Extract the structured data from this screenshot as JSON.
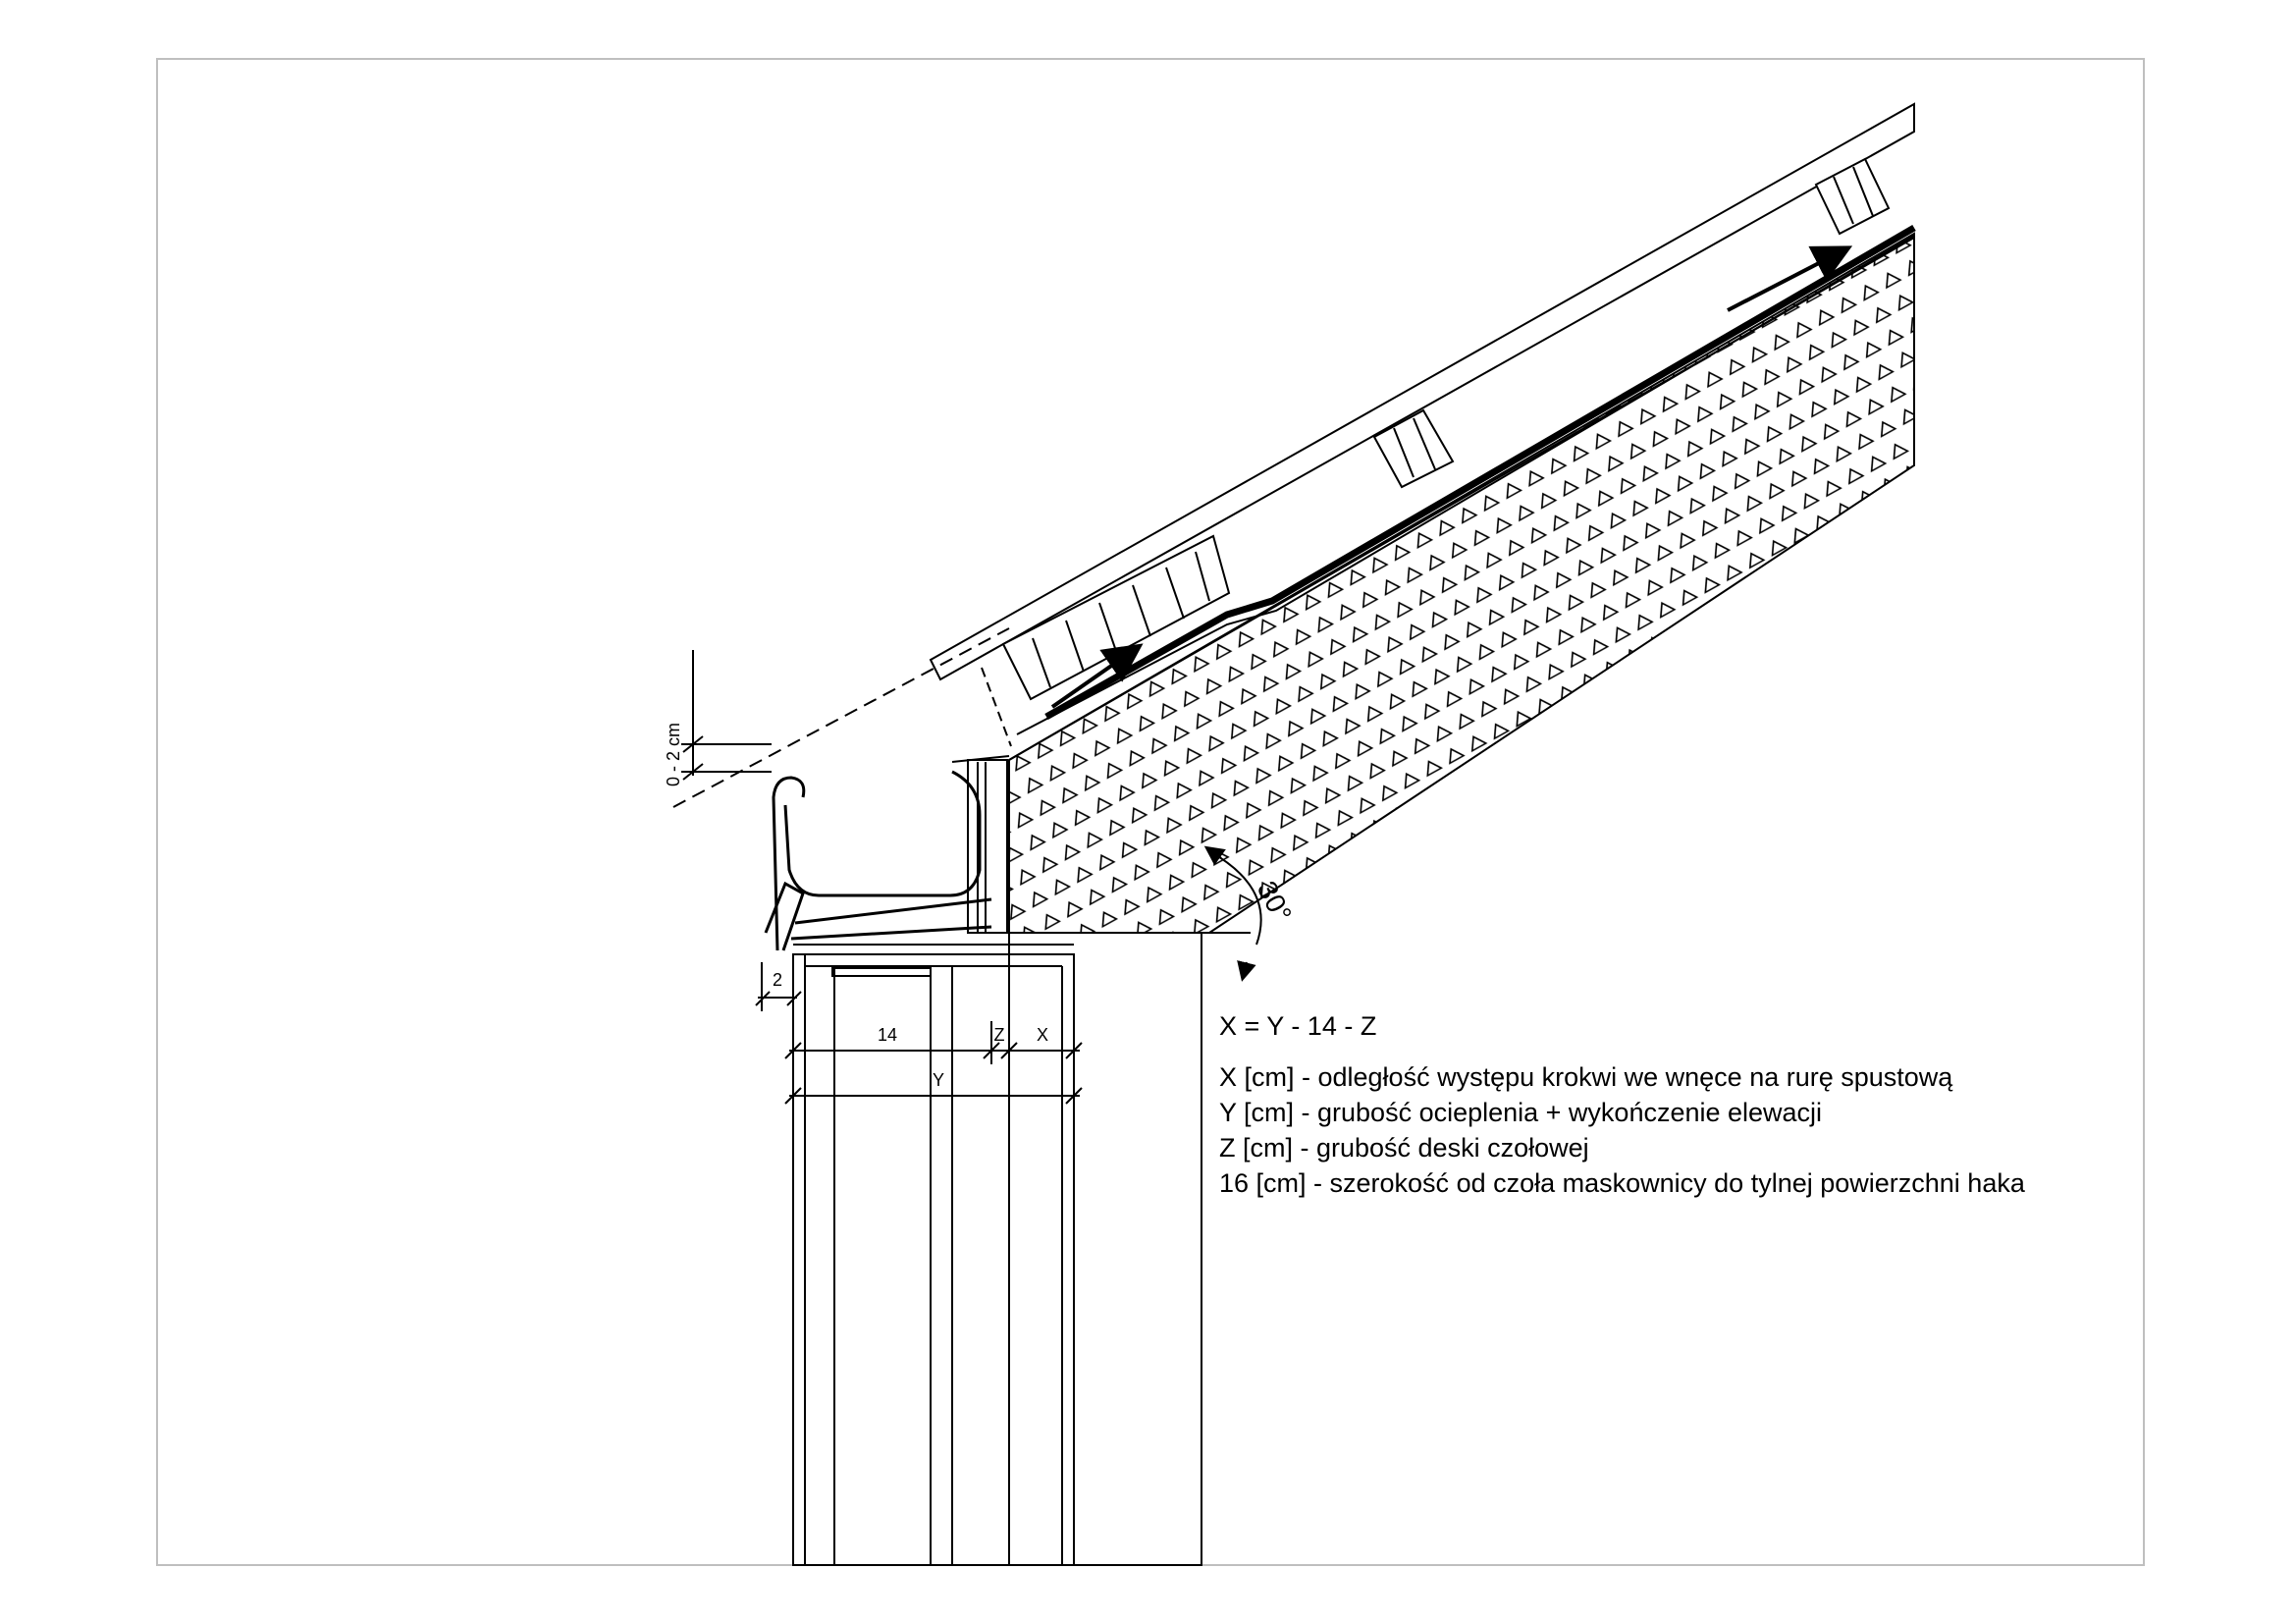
{
  "dimensions": {
    "overhang_range": "0 - 2 cm",
    "gutter_offset": "2",
    "width_14": "14",
    "z_label": "Z",
    "x_label": "X",
    "y_label": "Y",
    "angle": "30°"
  },
  "legend": {
    "formula": "X = Y - 14 - Z",
    "rows": [
      "X [cm] - odległość występu krokwi we wnęce na rurę spustową",
      "Y [cm] - grubość ocieplenia + wykończenie elewacji",
      "Z [cm] - grubość deski czołowej",
      "16 [cm] - szerokość od czoła maskownicy do tylnej powierzchni haka"
    ]
  },
  "colors": {
    "ink": "#000000",
    "frame": "#bfbfbf",
    "background": "#ffffff"
  },
  "symbols": {
    "insulation_hatch": "triangle-pattern-icon",
    "airflow": "arrow-icon"
  }
}
